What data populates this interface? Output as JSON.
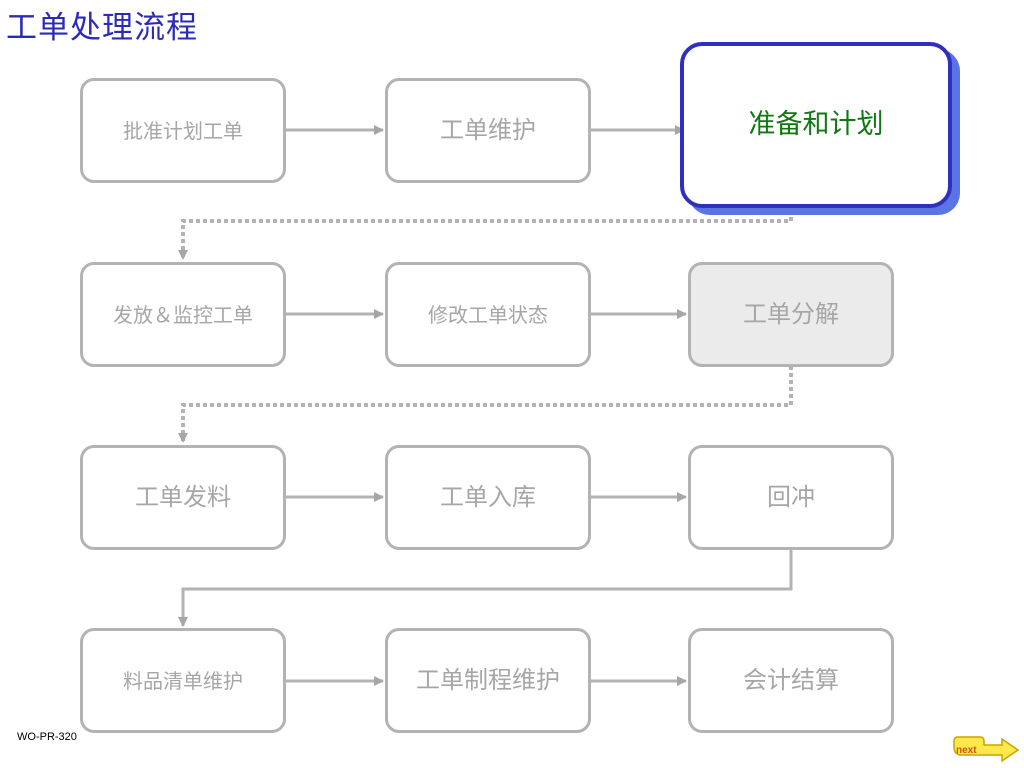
{
  "title": "工单处理流程",
  "steps": [
    {
      "label": "批准计划工单"
    },
    {
      "label": "工单维护"
    },
    {
      "label": "准备和计划",
      "state": "current"
    },
    {
      "label": "发放＆监控工单"
    },
    {
      "label": "修改工单状态"
    },
    {
      "label": "工单分解",
      "state": "highlighted"
    },
    {
      "label": "工单发料"
    },
    {
      "label": "工单入库"
    },
    {
      "label": "回冲"
    },
    {
      "label": "料品清单维护"
    },
    {
      "label": "工单制程维护"
    },
    {
      "label": "会计结算"
    }
  ],
  "footer": {
    "code": "WO-PR-320",
    "next_label": "next"
  },
  "colors": {
    "title": "#2b2bb8",
    "box_border": "#b3b3b3",
    "box_text": "#a6a6a6",
    "active_border": "#2f2fc0",
    "active_shadow": "#5a74e6",
    "active_text": "#117711",
    "highlight_fill": "#ebebeb",
    "next_button": "#ffe84a"
  }
}
